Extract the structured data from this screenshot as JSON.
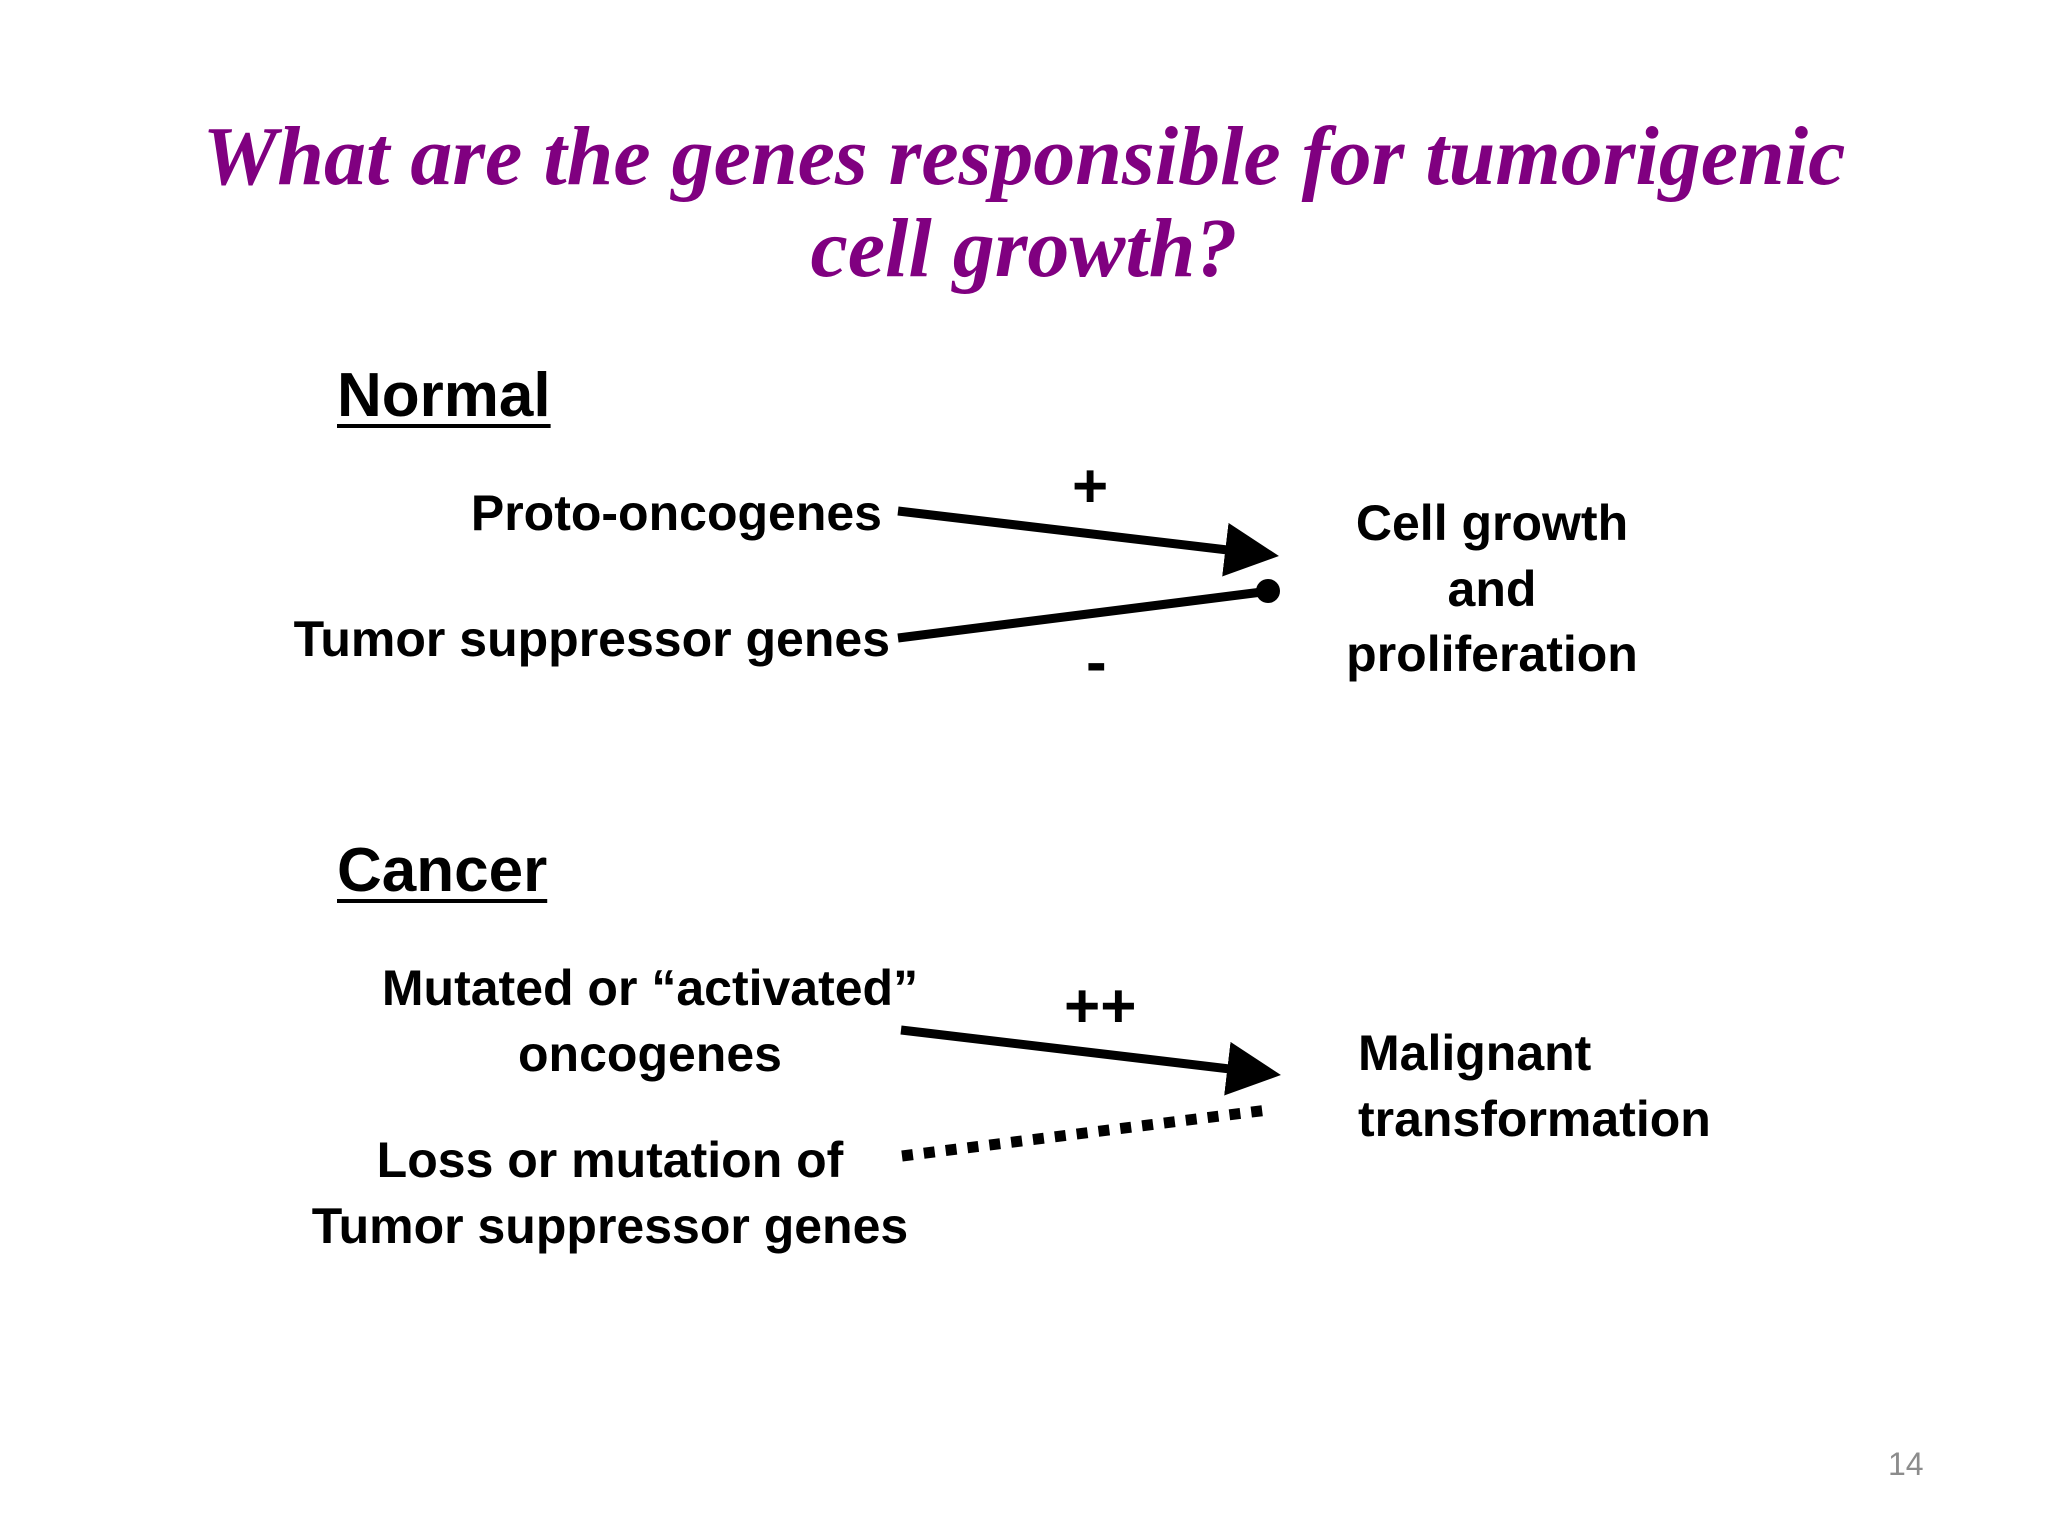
{
  "slide": {
    "title_line1": "What are the genes responsible for tumorigenic",
    "title_line2": "cell growth?",
    "page_number": "14",
    "colors": {
      "title": "#800080",
      "text": "#000000",
      "page_number": "#8c8c8c"
    }
  },
  "normal": {
    "heading": "Normal",
    "source_top": "Proto-oncogenes",
    "source_bottom": "Tumor suppressor genes",
    "sign_top": "+",
    "sign_bottom": "-",
    "target_line1": "Cell growth",
    "target_line2": "and",
    "target_line3": "proliferation"
  },
  "cancer": {
    "heading": "Cancer",
    "source_top_line1": "Mutated or “activated”",
    "source_top_line2": "oncogenes",
    "source_bottom_line1": "Loss or mutation of",
    "source_bottom_line2": "Tumor suppressor genes",
    "sign_top": "++",
    "target_line1": "Malignant",
    "target_line2": "transformation"
  }
}
